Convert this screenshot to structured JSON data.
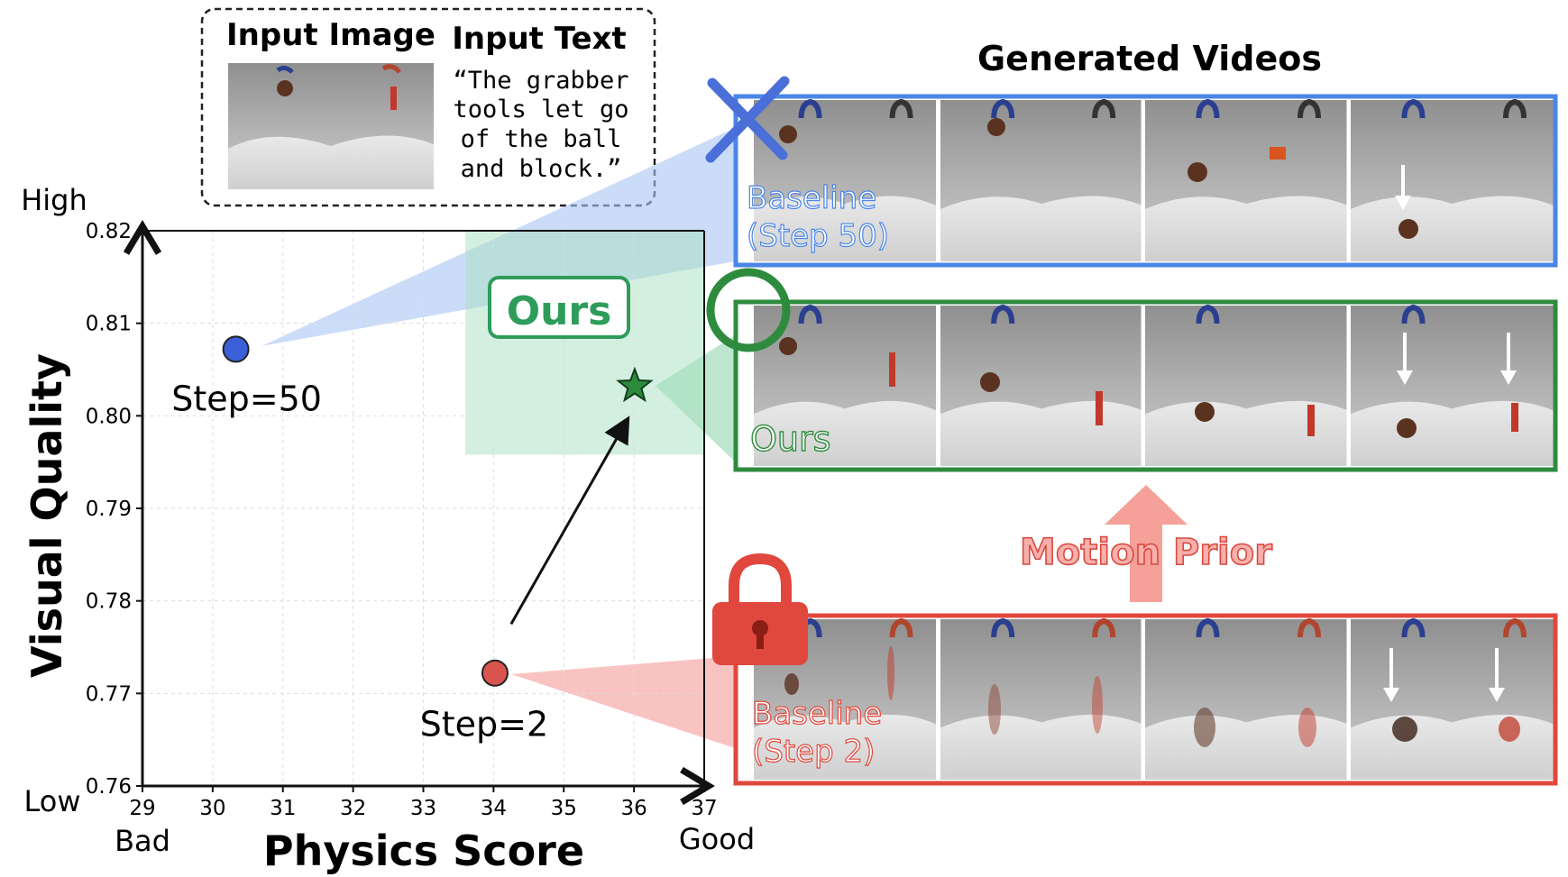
{
  "input_box": {
    "image_heading": "Input Image",
    "text_heading": "Input Text",
    "prompt_lines": [
      "“The grabber",
      "tools let go",
      "of the ball",
      "and block.”"
    ]
  },
  "videos_heading": "Generated Videos",
  "rows": {
    "baseline50": {
      "label_lines": [
        "Baseline",
        "(Step 50)"
      ],
      "color": "#4a86e8"
    },
    "ours": {
      "label_lines": [
        "Ours"
      ],
      "color": "#2e8b3e"
    },
    "baseline2": {
      "label_lines": [
        "Baseline",
        "(Step 2)"
      ],
      "color": "#e0483d"
    }
  },
  "motion_prior": "Motion Prior",
  "ours_badge": "Ours",
  "chart_data": {
    "type": "scatter",
    "xlabel": "Physics Score",
    "ylabel": "Visual Quality",
    "xlim": [
      29,
      37
    ],
    "ylim": [
      0.76,
      0.82
    ],
    "x_ticks": [
      29,
      30,
      31,
      32,
      33,
      34,
      35,
      36,
      37
    ],
    "y_ticks": [
      0.76,
      0.77,
      0.78,
      0.79,
      0.8,
      0.81,
      0.82
    ],
    "x_end_labels": [
      "Bad",
      "Good"
    ],
    "y_end_labels": [
      "Low",
      "High"
    ],
    "grid": true,
    "points": [
      {
        "label": "Step=50",
        "x": 30.33,
        "y": 0.8072,
        "marker": "circle",
        "color": "#3a5fd9"
      },
      {
        "label": "Step=2",
        "x": 34.02,
        "y": 0.7722,
        "marker": "circle",
        "color": "#d9534f"
      },
      {
        "label": "",
        "x": 36.01,
        "y": 0.8032,
        "marker": "star",
        "color": "#2e8b3e"
      }
    ],
    "arrow": {
      "from": [
        34.25,
        0.7775
      ],
      "to": [
        35.9,
        0.7995
      ]
    }
  }
}
